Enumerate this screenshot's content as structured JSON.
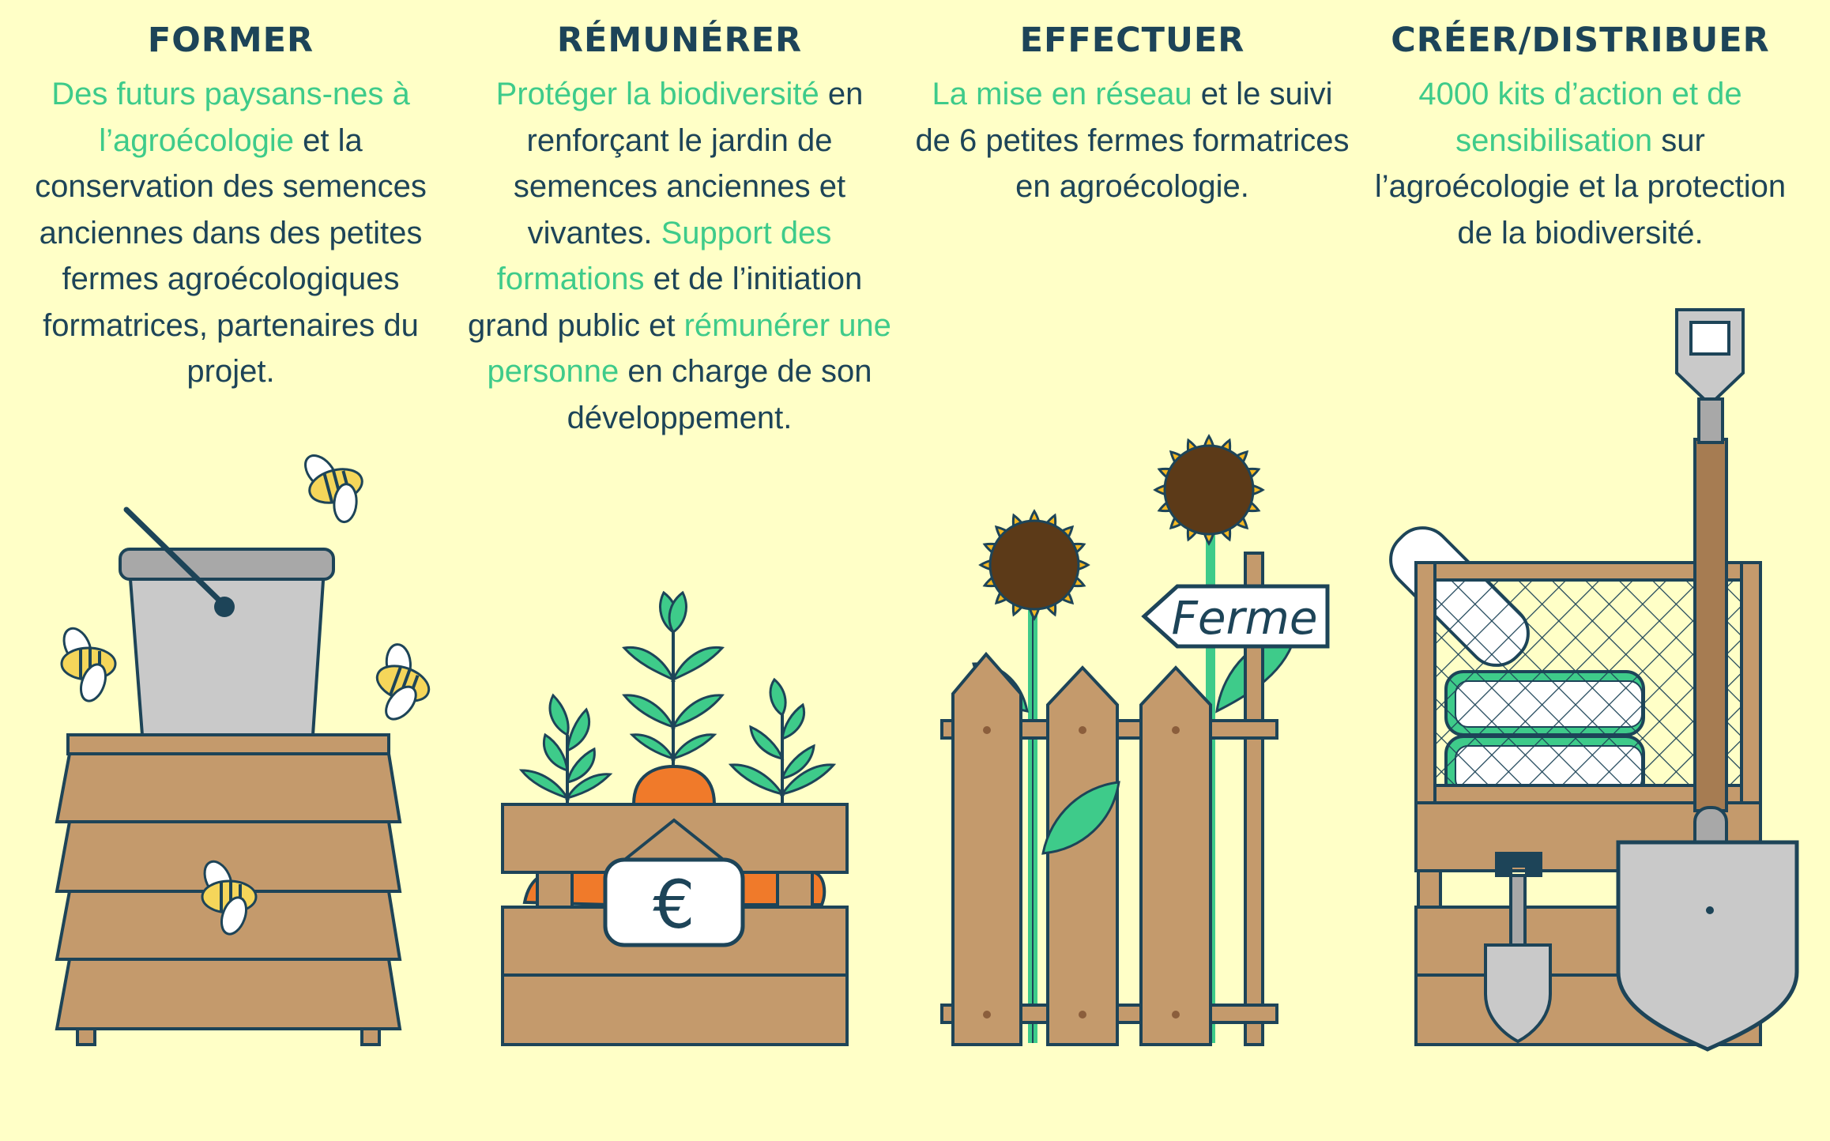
{
  "columns": [
    {
      "title": "FORMER",
      "parts": [
        {
          "text": "Des futurs paysans-nes à l’agroécologie",
          "highlight": true
        },
        {
          "text": " et la conservation des semences anciennes dans des petites fermes agroécologiques formatrices, partenaires du projet.",
          "highlight": false
        }
      ]
    },
    {
      "title": "RÉMUNÉRER",
      "parts": [
        {
          "text": "Protéger la biodiversité",
          "highlight": true
        },
        {
          "text": " en renforçant le jardin de semences anciennes et vivantes. ",
          "highlight": false
        },
        {
          "text": "Support des formations",
          "highlight": true
        },
        {
          "text": " et de l’initiation grand public et ",
          "highlight": false
        },
        {
          "text": "rémunérer une personne",
          "highlight": true
        },
        {
          "text": " en charge de son développement.",
          "highlight": false
        }
      ]
    },
    {
      "title": "EFFECTUER",
      "parts": [
        {
          "text": "La mise en réseau",
          "highlight": true
        },
        {
          "text": " et le suivi de 6 petites fermes formatrices en agroécologie.",
          "highlight": false
        }
      ]
    },
    {
      "title": "CRÉER/DISTRIBUER",
      "parts": [
        {
          "text": "4000 kits d’action et de sensibilisation",
          "highlight": true
        },
        {
          "text": " sur l’agroécologie et la protection de la biodiversité.",
          "highlight": false
        }
      ]
    }
  ],
  "illustrations": {
    "crate_sign": "€",
    "fence_sign": "Ferme"
  },
  "colors": {
    "background": "#ffffc7",
    "text": "#1d4458",
    "highlight": "#3ecb8a",
    "wood": "#c49a6c",
    "sunflower": "#f5b820"
  }
}
